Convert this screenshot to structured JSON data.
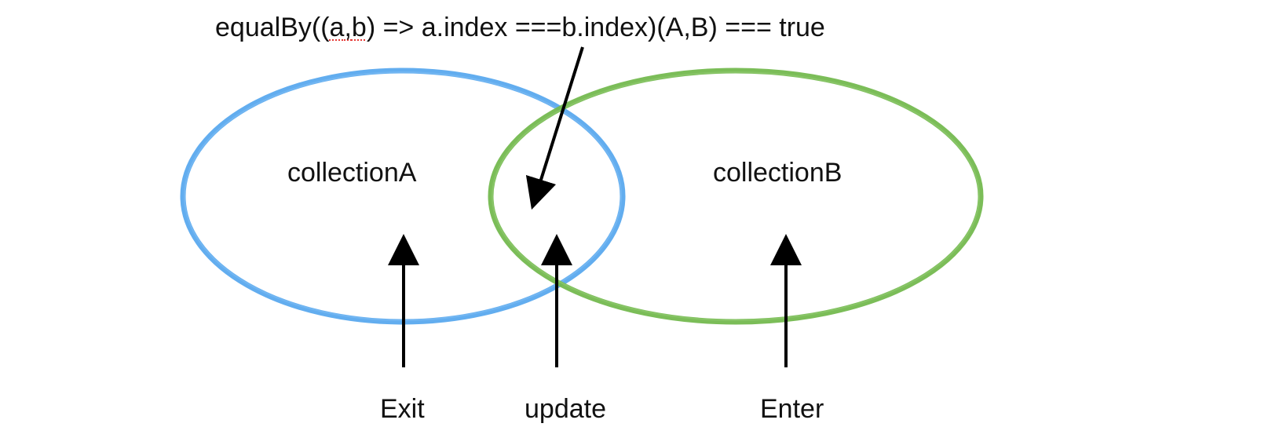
{
  "formula": {
    "prefix": "equalBy((",
    "arg_a": "a",
    "comma": ",",
    "arg_b": "b",
    "suffix": ") => a.index ===b.index)(A,B) === true"
  },
  "sets": {
    "a": {
      "label": "collectionA",
      "color": "#5aa9ee"
    },
    "b": {
      "label": "collectionB",
      "color": "#74b94f"
    }
  },
  "regions": {
    "exit": "Exit",
    "update": "update",
    "enter": "Enter"
  },
  "colors": {
    "arrow": "#000000",
    "spellcheck_underline": "#e53935"
  }
}
